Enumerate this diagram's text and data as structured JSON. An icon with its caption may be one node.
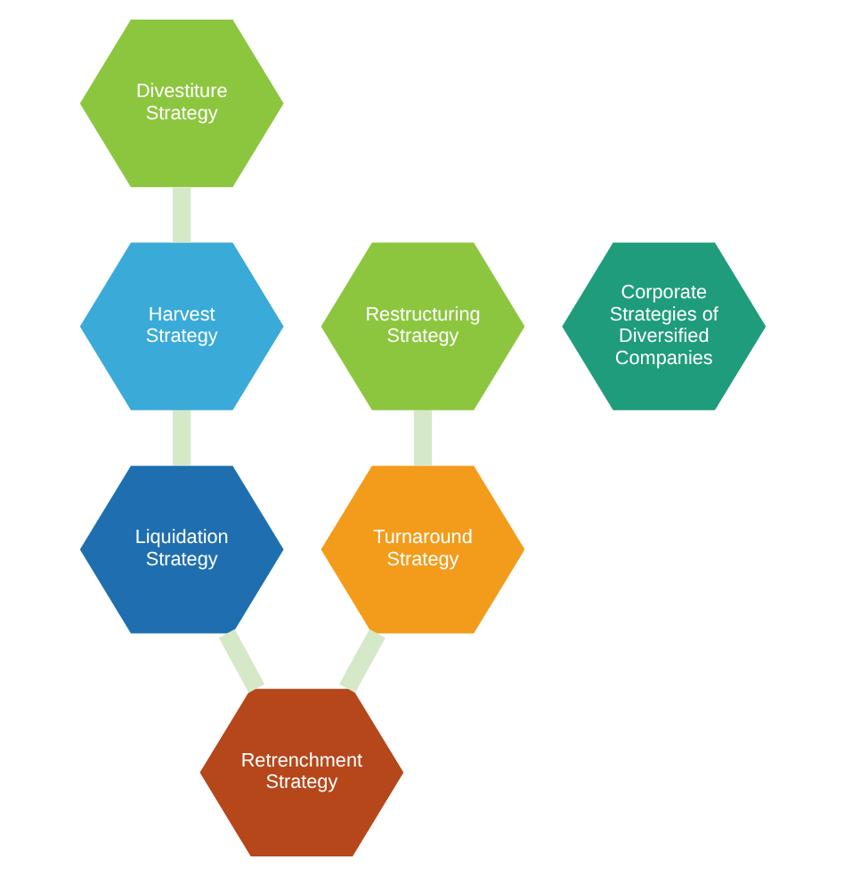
{
  "diagram": {
    "nodes": [
      {
        "text": [
          "Divestiture Strategy"
        ]
      },
      {
        "text": [
          "Restructuring Strategy"
        ]
      },
      {
        "text": [
          "Harvest Strategy"
        ]
      },
      {
        "text": [
          "Corporate Strategies of Diversified Companies"
        ]
      },
      {
        "text": [
          "Turnaround Strategy"
        ]
      },
      {
        "text": [
          "Liquidation Strategy"
        ]
      },
      {
        "text": [
          "Retrenchment Strategy"
        ]
      }
    ],
    "edges": [
      {
        "from": 0,
        "to": 2,
        "arrow": "none"
      },
      {
        "from": 2,
        "to": 5,
        "arrow": "none"
      },
      {
        "from": 5,
        "to": 6,
        "arrow": "none"
      },
      {
        "from": 6,
        "to": 4,
        "arrow": "none"
      },
      {
        "from": 4,
        "to": 1,
        "arrow": "none"
      }
    ]
  }
}
